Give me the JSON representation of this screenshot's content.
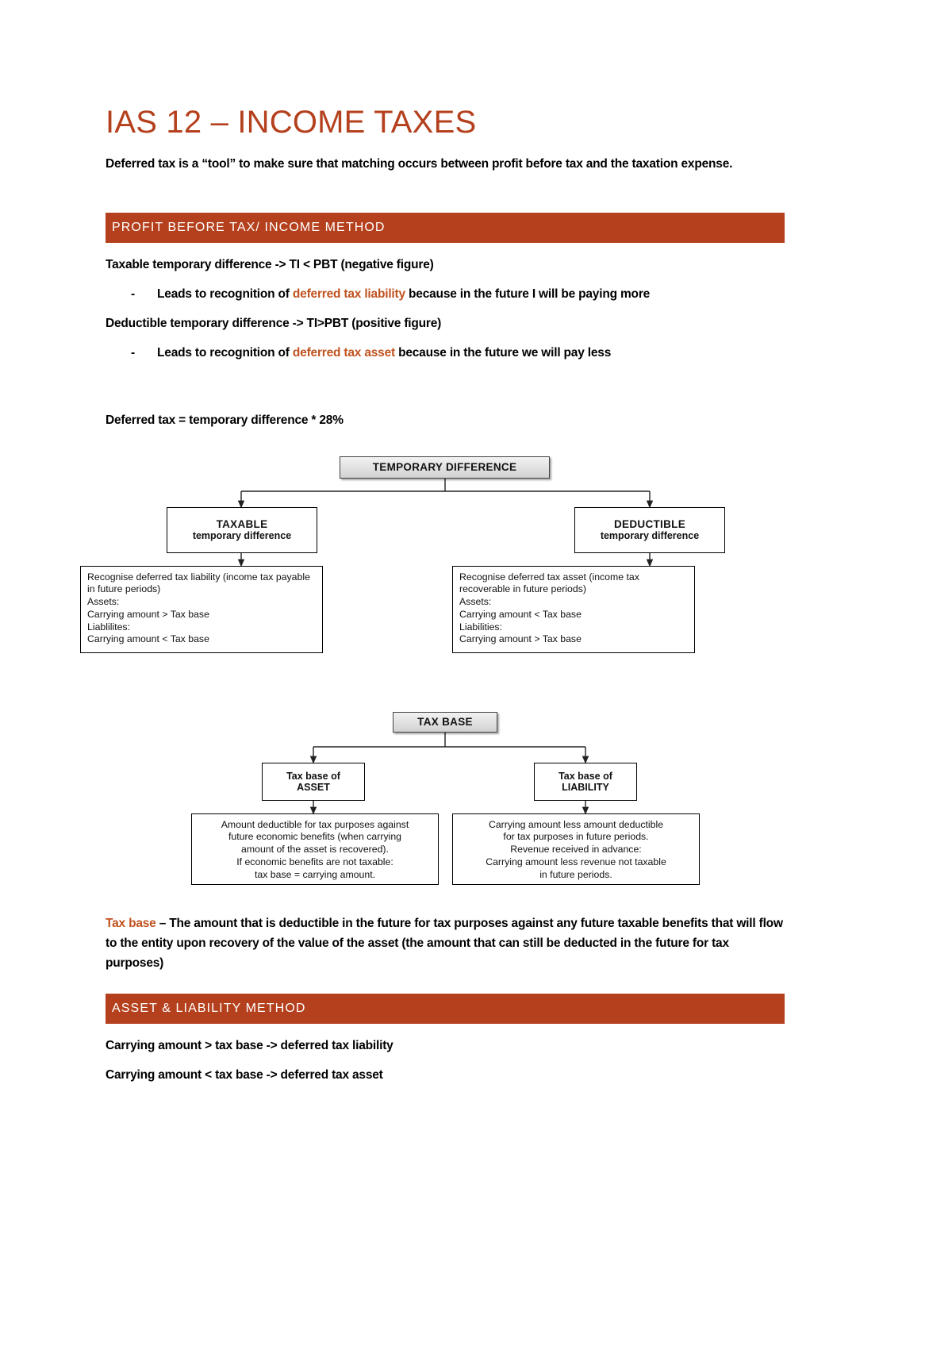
{
  "doc": {
    "title": "IAS 12 – INCOME TAXES",
    "intro": "Deferred tax is a “tool” to make sure that matching occurs between profit before tax and the taxation expense.",
    "section1_band": "PROFIT BEFORE TAX/ INCOME METHOD",
    "line1": "Taxable temporary difference -> TI < PBT (negative figure)",
    "bullet1_pre": "Leads to recognition of ",
    "bullet1_accent": "deferred tax liability",
    "bullet1_post": " because in the future I will be paying more",
    "line2": "Deductible temporary difference -> TI>PBT (positive figure)",
    "bullet2_pre": "Leads to recognition of ",
    "bullet2_accent": "deferred tax asset",
    "bullet2_post": " because in the future we will pay less",
    "formula": "Deferred tax = temporary difference * 28%",
    "dash": "-",
    "taxbase_accent": "Tax base",
    "taxbase_rest": " – The amount that is deductible in the future for tax purposes against any future taxable benefits that will flow to the entity upon recovery of the value of the asset (the amount that can still be deducted in the future for tax purposes)",
    "section2_band": "ASSET & LIABILITY METHOD",
    "line3": "Carrying amount > tax base -> deferred tax liability",
    "line4": "Carrying amount < tax base -> deferred tax asset"
  },
  "diagram1": {
    "root": "TEMPORARY DIFFERENCE",
    "left_title": "TAXABLE",
    "left_sub": "temporary difference",
    "right_title": "DEDUCTIBLE",
    "right_sub": "temporary difference",
    "left_body_l1": "Recognise deferred tax liability (income tax payable in future periods)",
    "left_body_l2": "Assets:",
    "left_body_l3": "Carrying amount > Tax base",
    "left_body_l4": "Liablilites:",
    "left_body_l5": "Carrying amount < Tax base",
    "right_body_l1": "Recognise deferred tax asset (income tax recoverable in future periods)",
    "right_body_l2": "Assets:",
    "right_body_l3": "Carrying amount < Tax base",
    "right_body_l4": "Liabilities:",
    "right_body_l5": "Carrying amount > Tax base"
  },
  "diagram2": {
    "root": "TAX BASE",
    "left_title": "Tax base of",
    "left_sub": "ASSET",
    "right_title": "Tax base of",
    "right_sub": "LIABILITY",
    "left_body_l1": "Amount deductible for tax purposes against",
    "left_body_l2": "future economic benefits (when carrying",
    "left_body_l3": "amount of the asset is recovered).",
    "left_body_l4": "If economic benefits are not taxable:",
    "left_body_l5": "tax base = carrying amount.",
    "right_body_l1": "Carrying amount less amount deductible",
    "right_body_l2": "for tax purposes in future periods.",
    "right_body_l3": "Revenue received in advance:",
    "right_body_l4": "Carrying amount less revenue not taxable",
    "right_body_l5": "in future periods."
  },
  "colors": {
    "accent": "#b4401d",
    "text_accent": "#c0521f"
  }
}
